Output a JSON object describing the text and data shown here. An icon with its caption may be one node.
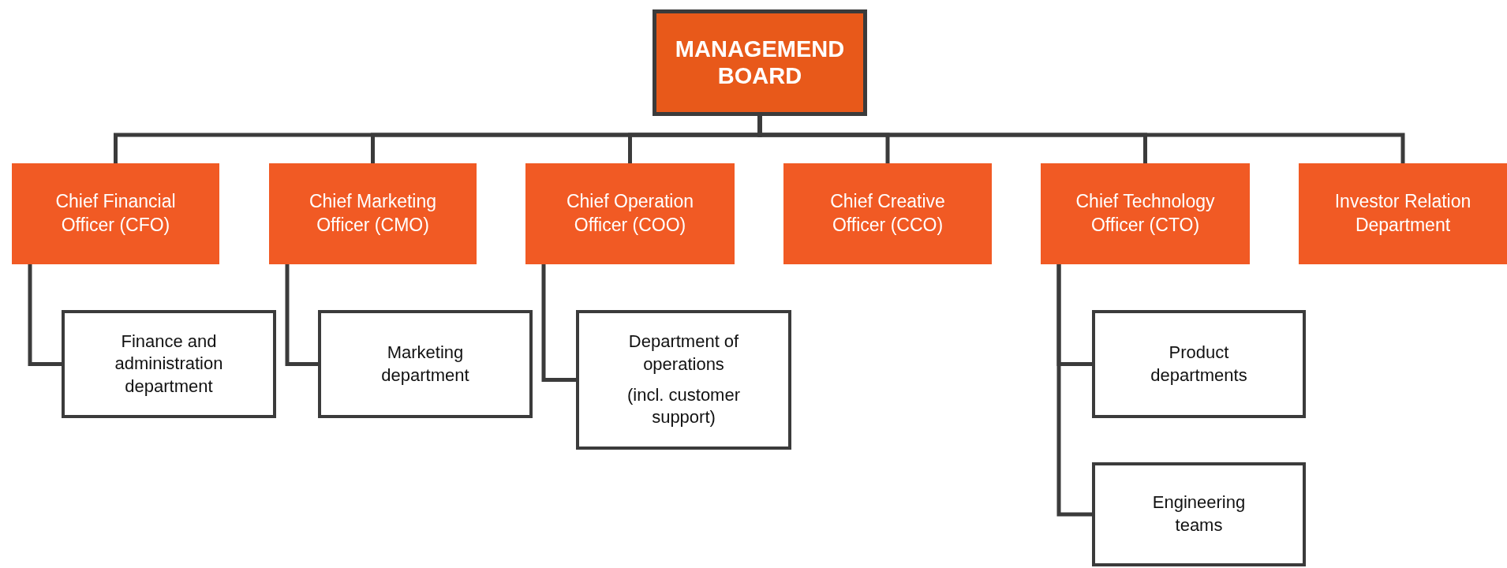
{
  "diagram": {
    "nodes": [
      {
        "text": [
          "MANAGEMEND BOARD"
        ]
      },
      {
        "text": [
          "Chief Financial Officer (CFO)"
        ]
      },
      {
        "text": [
          "Chief Marketing Officer (CMO)"
        ]
      },
      {
        "text": [
          "Chief Operation Officer (COO)"
        ]
      },
      {
        "text": [
          "Chief Creative Officer (CCO)"
        ]
      },
      {
        "text": [
          "Chief Technology Officer (CTO)"
        ]
      },
      {
        "text": [
          "Investor Relation Department"
        ]
      },
      {
        "text": [
          "Finance and administration department"
        ]
      },
      {
        "text": [
          "Marketing department"
        ]
      },
      {
        "text": [
          "Department of operations",
          "(incl. customer support)"
        ]
      },
      {
        "text": [
          "Product departments"
        ]
      },
      {
        "text": [
          "Engineering teams"
        ]
      }
    ],
    "edges": [
      {
        "from": 0,
        "to": 1,
        "arrow": "none"
      },
      {
        "from": 0,
        "to": 2,
        "arrow": "none"
      },
      {
        "from": 0,
        "to": 3,
        "arrow": "none"
      },
      {
        "from": 0,
        "to": 4,
        "arrow": "none"
      },
      {
        "from": 0,
        "to": 5,
        "arrow": "none"
      },
      {
        "from": 0,
        "to": 6,
        "arrow": "none"
      },
      {
        "from": 1,
        "to": 7,
        "arrow": "none"
      },
      {
        "from": 2,
        "to": 8,
        "arrow": "none"
      },
      {
        "from": 3,
        "to": 9,
        "arrow": "none"
      },
      {
        "from": 5,
        "to": 10,
        "arrow": "none"
      },
      {
        "from": 5,
        "to": 11,
        "arrow": "none"
      }
    ]
  }
}
